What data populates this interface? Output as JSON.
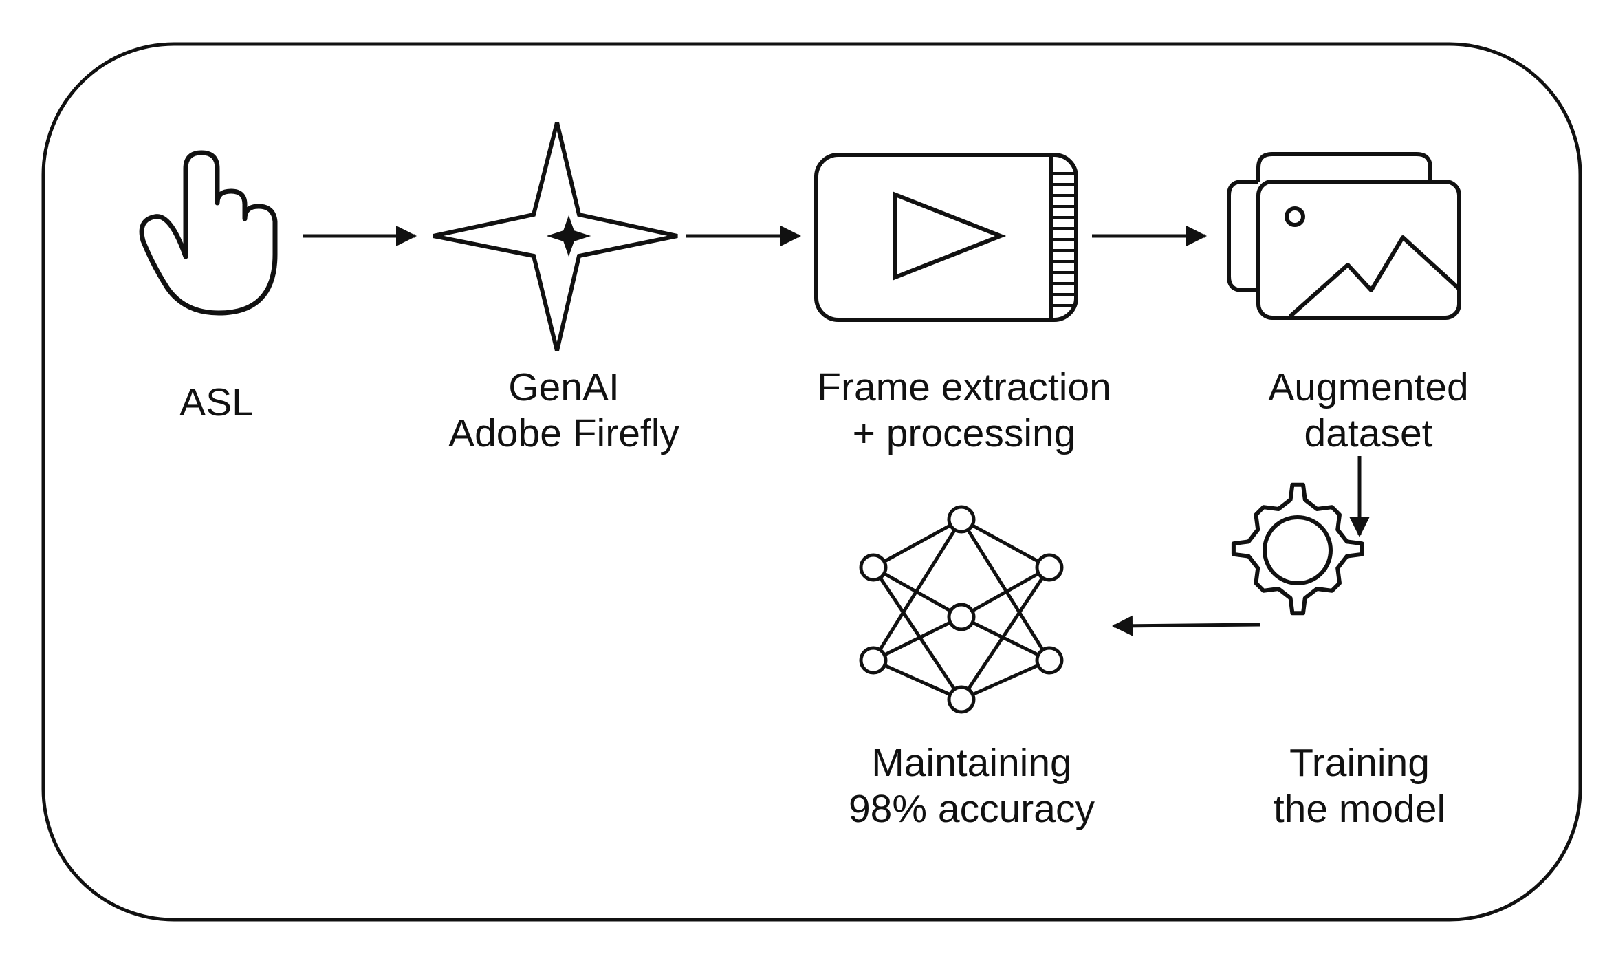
{
  "nodes": [
    {
      "id": "asl",
      "icon": "pointing-hand-icon",
      "lines": [
        "ASL"
      ]
    },
    {
      "id": "genai",
      "icon": "sparkle-star-icon",
      "lines": [
        "GenAI",
        "Adobe Firefly"
      ]
    },
    {
      "id": "frames",
      "icon": "video-frame-icon",
      "lines": [
        "Frame extraction",
        "+ processing"
      ]
    },
    {
      "id": "dataset",
      "icon": "image-stack-icon",
      "lines": [
        "Augmented",
        "dataset"
      ]
    },
    {
      "id": "training",
      "icon": "gear-icon",
      "lines": [
        "Training",
        "the model"
      ]
    },
    {
      "id": "accuracy",
      "icon": "neural-network-icon",
      "lines": [
        "Maintaining",
        "98% accuracy"
      ]
    }
  ],
  "edges": [
    {
      "from": "asl",
      "to": "genai"
    },
    {
      "from": "genai",
      "to": "frames"
    },
    {
      "from": "frames",
      "to": "dataset"
    },
    {
      "from": "dataset",
      "to": "training"
    },
    {
      "from": "training",
      "to": "accuracy"
    }
  ],
  "colors": {
    "stroke": "#111111",
    "background": "#ffffff"
  }
}
